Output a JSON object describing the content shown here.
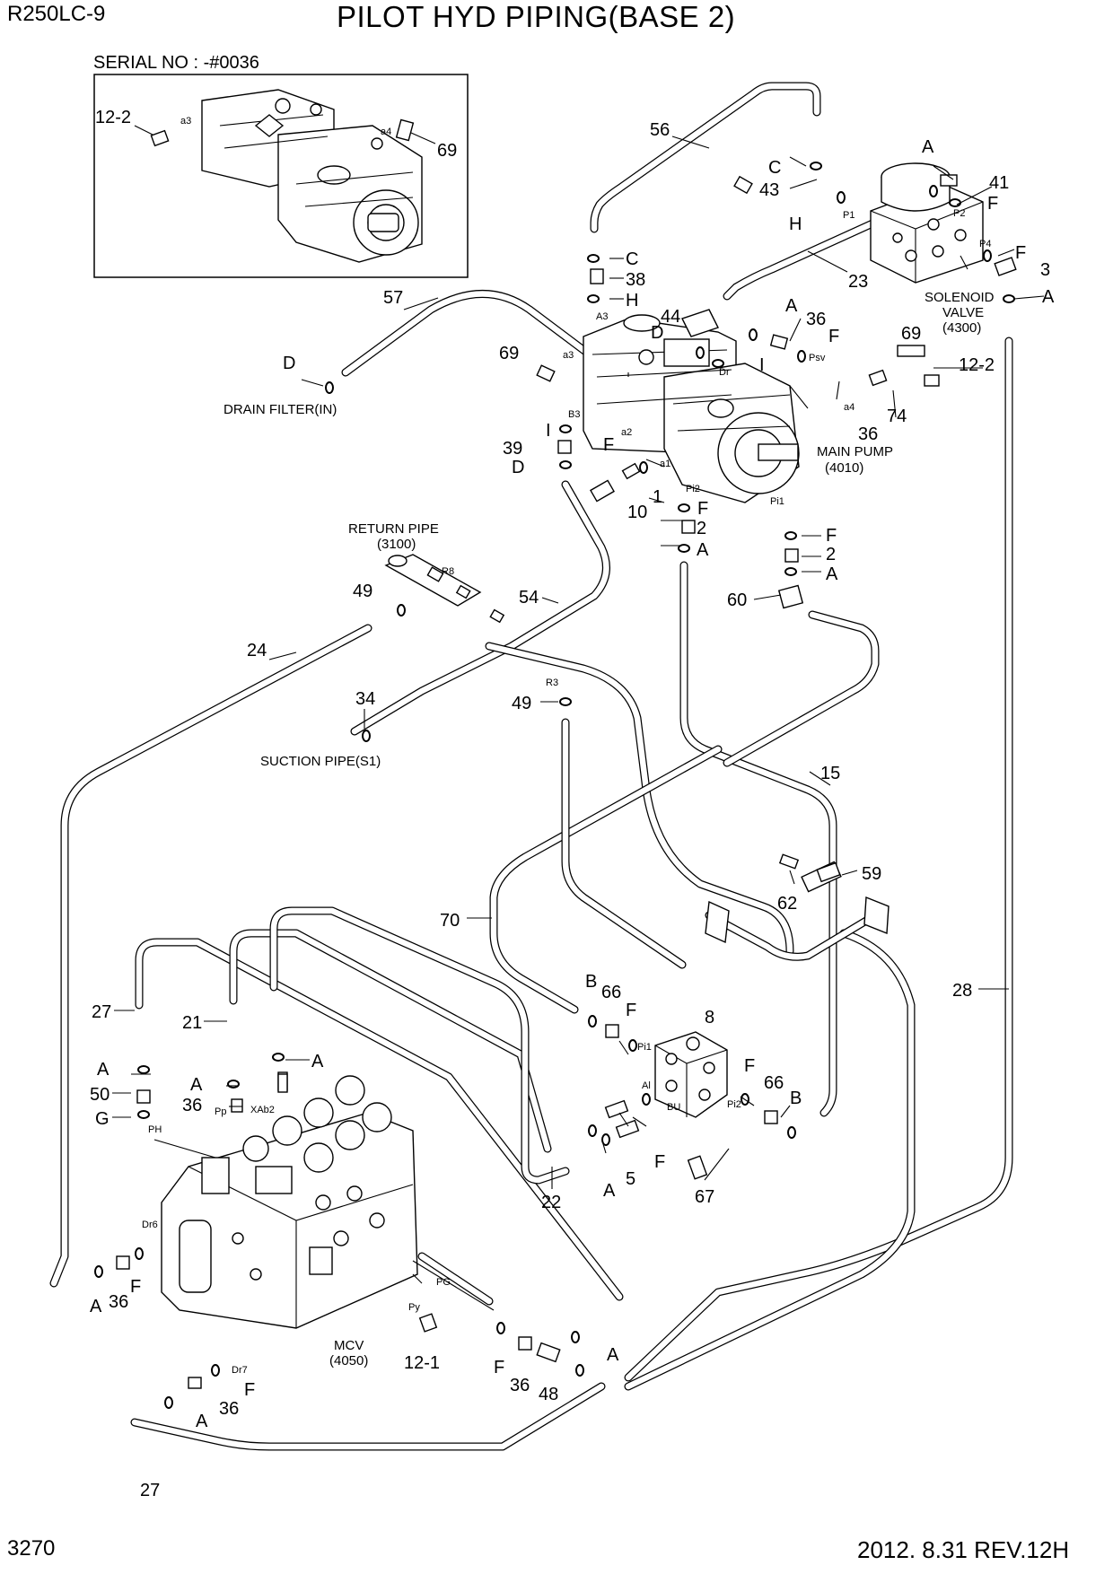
{
  "header": {
    "model": "R250LC-9",
    "title": "PILOT HYD PIPING(BASE 2)",
    "page_number": "3270",
    "revision": "2012. 8.31  REV.12H"
  },
  "inset": {
    "serial": "SERIAL NO : -#0036",
    "labels": {
      "p12_2": "12-2",
      "p69": "69",
      "a3": "a3",
      "a4": "a4"
    }
  },
  "components": {
    "drain_filter": "DRAIN FILTER(IN)",
    "return_pipe": "RETURN PIPE",
    "return_pipe_no": "(3100)",
    "suction_pipe": "SUCTION PIPE(S1)",
    "main_pump": "MAIN PUMP",
    "main_pump_no": "(4010)",
    "solenoid_valve": "SOLENOID",
    "solenoid_valve_2": "VALVE",
    "solenoid_valve_no": "(4300)",
    "mcv": "MCV",
    "mcv_no": "(4050)"
  },
  "callouts": {
    "p56": "56",
    "pC1": "C",
    "p43": "43",
    "pH1": "H",
    "pA1": "A",
    "p41": "41",
    "pF1": "F",
    "pF2": "F",
    "p3": "3",
    "pA2": "A",
    "p23": "23",
    "pC2": "C",
    "p38": "38",
    "pH2": "H",
    "p57": "57",
    "pD1": "D",
    "p44": "44",
    "pD2": "D",
    "pA3": "A",
    "p36a": "36",
    "pF3": "F",
    "p69b": "69",
    "p12_2b": "12-2",
    "p69c": "69",
    "pI1": "I",
    "pI2": "I",
    "p74": "74",
    "p36b": "36",
    "p39": "39",
    "pD3": "D",
    "pF4": "F",
    "p1": "1",
    "p10": "10",
    "pF5": "F",
    "p2a": "2",
    "pA4": "A",
    "pF6": "F",
    "p2b": "2",
    "pA5": "A",
    "p60": "60",
    "p49a": "49",
    "p54": "54",
    "p24": "24",
    "p34": "34",
    "p49b": "49",
    "p15": "15",
    "p59": "59",
    "p62": "62",
    "p70": "70",
    "p28": "28",
    "p27a": "27",
    "p21": "21",
    "pA6": "A",
    "pA7": "A",
    "p50": "50",
    "pA8": "A",
    "p36c": "36",
    "pG": "G",
    "pB1": "B",
    "p66a": "66",
    "pF7": "F",
    "p8": "8",
    "pF8": "F",
    "p66b": "66",
    "pB2": "B",
    "pF9": "F",
    "p5": "5",
    "pA9": "A",
    "p22": "22",
    "p67": "67",
    "pA10": "A",
    "p36d": "36",
    "pF10": "F",
    "p12_1": "12-1",
    "pF11": "F",
    "p36e": "36",
    "p48": "48",
    "pA11": "A",
    "pF12": "F",
    "p36f": "36",
    "pA12": "A",
    "p27b": "27"
  },
  "ports": {
    "P1": "P1",
    "P2": "P2",
    "P4": "P4",
    "A3": "A3",
    "a3": "a3",
    "Psv": "Psv",
    "Dr": "Dr",
    "a4": "a4",
    "B3": "B3",
    "a2": "a2",
    "a1": "a1",
    "Pi2": "Pi2",
    "Pi1": "Pi1",
    "R8": "R8",
    "R3": "R3",
    "PH": "PH",
    "Pp": "Pp",
    "XAb2": "XAb2",
    "Dr6": "Dr6",
    "Dr7": "Dr7",
    "PG": "PG",
    "Py": "Py",
    "Pi1b": "Pi1",
    "Al": "Al",
    "BU": "BU",
    "Pi2b": "Pi2"
  }
}
